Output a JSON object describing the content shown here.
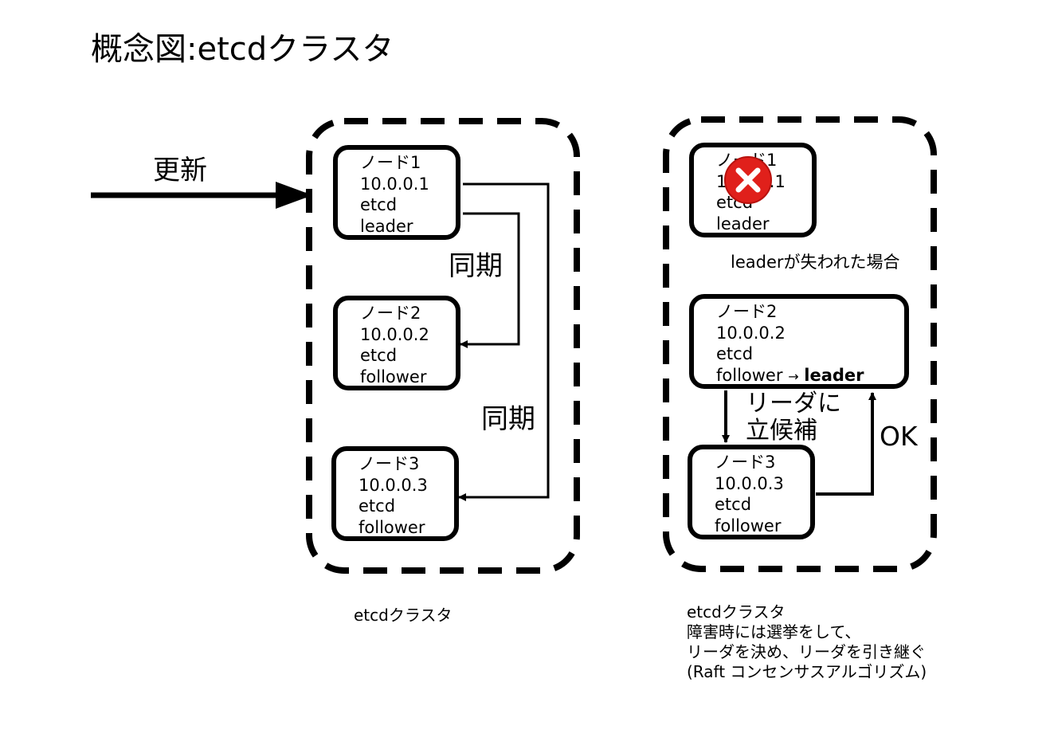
{
  "title": "概念図:etcdクラスタ",
  "left_cluster": {
    "update_label": "更新",
    "sync_label_1": "同期",
    "sync_label_2": "同期",
    "caption": "etcdクラスタ",
    "nodes": [
      {
        "name": "ノード1",
        "ip": "10.0.0.1",
        "service": "etcd",
        "role": "leader"
      },
      {
        "name": "ノード2",
        "ip": "10.0.0.2",
        "service": "etcd",
        "role": "follower"
      },
      {
        "name": "ノード3",
        "ip": "10.0.0.3",
        "service": "etcd",
        "role": "follower"
      }
    ]
  },
  "right_cluster": {
    "failed_node": {
      "name": "ノード1",
      "ip": "10.0.0.1",
      "service": "etcd",
      "role": "leader"
    },
    "failure_note": "leaderが失われた場合",
    "node2": {
      "name": "ノード2",
      "ip": "10.0.0.2",
      "service": "etcd",
      "role_from": "follower",
      "role_arrow": "→",
      "role_to": "leader"
    },
    "node3": {
      "name": "ノード3",
      "ip": "10.0.0.3",
      "service": "etcd",
      "role": "follower"
    },
    "candidate_line1": "リーダに",
    "candidate_line2": "立候補",
    "ok_label": "OK",
    "caption_lines": [
      "etcdクラスタ",
      "障害時には選挙をして、",
      "リーダを決め、リーダを引き継ぐ",
      "(Raft コンセンサスアルゴリズム)"
    ]
  },
  "colors": {
    "stroke": "#000000",
    "error_icon": "#e0201b"
  },
  "icons": {
    "failure": "error-x-icon"
  }
}
